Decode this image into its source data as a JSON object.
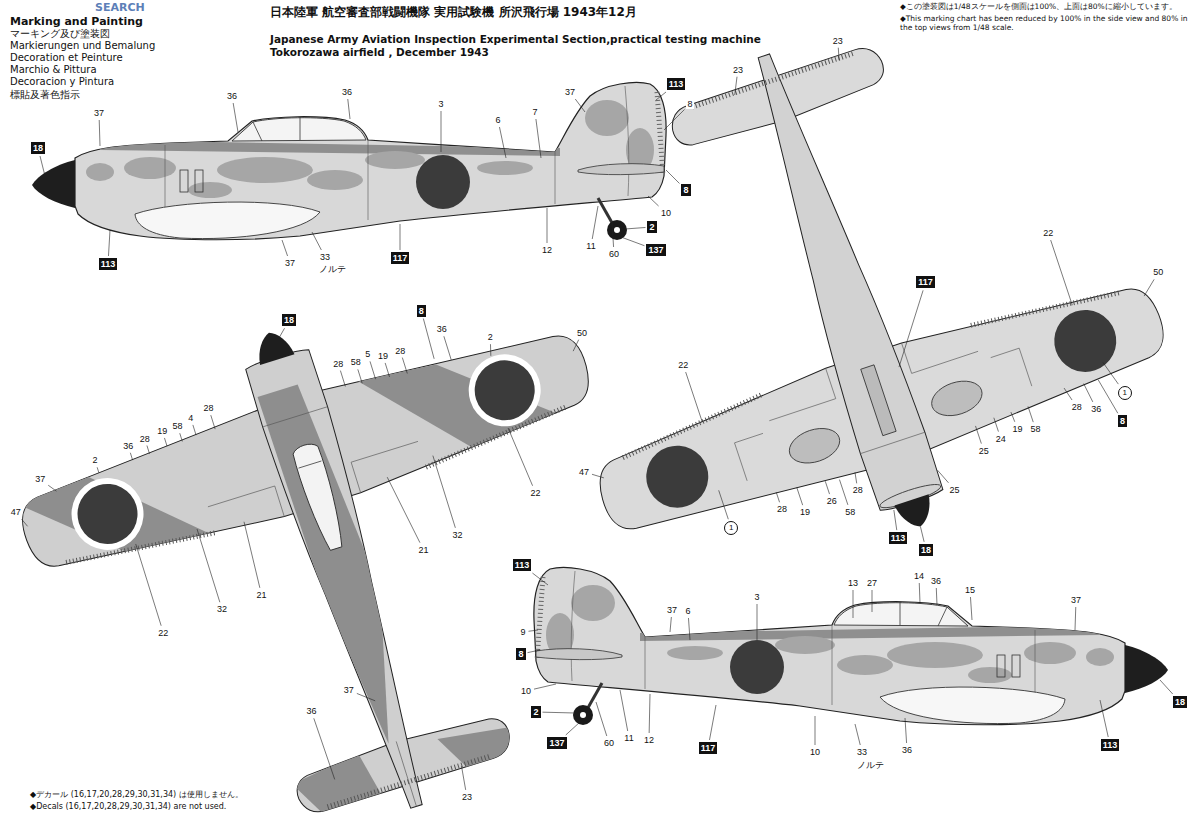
{
  "diagram": {
    "title": "日本陸軍 航空審査部戦闘機隊 実用試験機 所沢飛行場 1943年12月",
    "nodes": [
      {
        "text": [
          "18"
        ]
      },
      {
        "text": [
          "113"
        ]
      },
      {
        "text": [
          "8"
        ]
      },
      {
        "text": [
          "2"
        ]
      },
      {
        "text": [
          "137"
        ]
      },
      {
        "text": [
          "117"
        ]
      },
      {
        "text": [
          "113"
        ]
      },
      {
        "text": [
          "18"
        ]
      },
      {
        "text": [
          "8"
        ]
      },
      {
        "text": [
          "117"
        ]
      },
      {
        "text": [
          "1"
        ]
      },
      {
        "text": [
          "8"
        ]
      },
      {
        "text": [
          "1"
        ]
      },
      {
        "text": [
          "113"
        ]
      },
      {
        "text": [
          "18"
        ]
      },
      {
        "text": [
          "113"
        ]
      },
      {
        "text": [
          "8"
        ]
      },
      {
        "text": [
          "2"
        ]
      },
      {
        "text": [
          "137"
        ]
      },
      {
        "text": [
          "117"
        ]
      },
      {
        "text": [
          "113"
        ]
      },
      {
        "text": [
          "18"
        ]
      }
    ],
    "labels": [
      "SEARCH",
      "Marking and Painting",
      "マーキング及び塗装図",
      "Markierungen und Bemalung",
      "Decoration et Peinture",
      "Marchio & Pittura",
      "Decoracion y Pintura",
      "標貼及著色指示",
      "Japanese Army Aviation Inspection Experimental Section,practical testing machine Tokorozawa airfield , December 1943",
      "◆この塗装図は1/48スケールを側面は100%、上面は80%に縮小しています。",
      "◆This marking chart has been reduced by 100% in the side view and 80% in the top views from 1/48 scale.",
      "◆デカール (16,17,20,28,29,30,31,34) は使用しません。",
      "◆Decals (16,17,20,28,29,30,31,34) are not used.",
      "37",
      "36",
      "36",
      "3",
      "6",
      "7",
      "37",
      "8",
      "10",
      "60",
      "11",
      "12",
      "33",
      "ノルテ",
      "37",
      "28",
      "28",
      "58",
      "5",
      "19",
      "36",
      "50",
      "2",
      "22",
      "32",
      "21",
      "28",
      "4",
      "58",
      "19",
      "28",
      "36",
      "2",
      "37",
      "47",
      "32",
      "21",
      "22",
      "36",
      "37",
      "23",
      "23",
      "23",
      "22",
      "50",
      "28",
      "36",
      "58",
      "19",
      "24",
      "25",
      "25",
      "26",
      "58",
      "28",
      "19",
      "28",
      "22",
      "47",
      "37",
      "6",
      "3",
      "13",
      "27",
      "14",
      "36",
      "15",
      "37",
      "9",
      "10",
      "60",
      "11",
      "12",
      "10",
      "33",
      "ノルテ",
      "36"
    ]
  }
}
